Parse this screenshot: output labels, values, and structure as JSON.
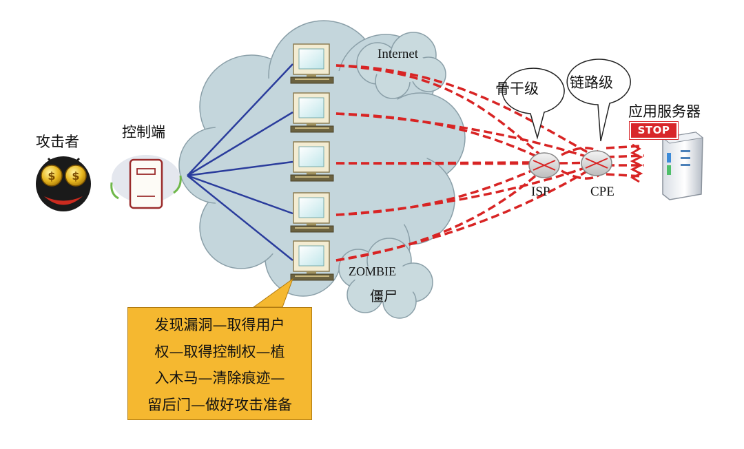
{
  "labels": {
    "attacker": "攻击者",
    "controller": "控制端",
    "internet": "Internet",
    "backbone": "骨干级",
    "link": "链路级",
    "app_server": "应用服务器",
    "stop": "STOP",
    "isp": "ISP",
    "cpe": "CPE",
    "zombie": "ZOMBIE",
    "zombie_cn": "僵尸"
  },
  "note_lines": [
    "发现漏洞—取得用户",
    "权—取得控制权—植",
    "入木马—清除痕迹—",
    "留后门—做好攻击准备"
  ],
  "colors": {
    "cloud_fill": "#c4d6dc",
    "cloud_stroke": "#8a9fa8",
    "control_lines": "#2a3c9c",
    "attack_lines": "#d82424",
    "note_fill": "#f5b830"
  }
}
